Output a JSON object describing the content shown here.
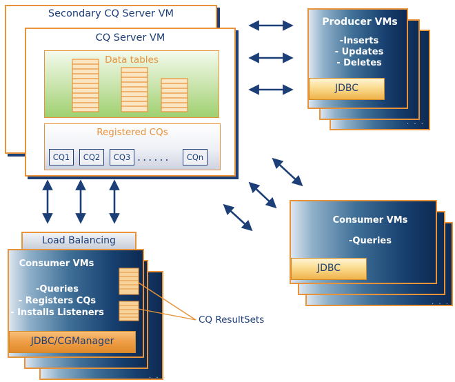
{
  "server": {
    "secondary_title": "Secondary CQ Server VM",
    "primary_title": "CQ Server VM",
    "data_tables_label": "Data tables",
    "registered_label": "Registered CQs",
    "cq_items": [
      "CQ1",
      "CQ2",
      "CQ3",
      "CQn"
    ],
    "ellipsis": "......"
  },
  "producer": {
    "title": "Producer VMs",
    "operations": [
      "-Inserts",
      "- Updates",
      "- Deletes"
    ],
    "jdbc_label": "JDBC",
    "dots": ". . ."
  },
  "consumer_right": {
    "title": "Consumer VMs",
    "operation": "-Queries",
    "jdbc_label": "JDBC",
    "dots": ". . ."
  },
  "consumer_left": {
    "load_balancing": "Load Balancing",
    "title": "Consumer VMs",
    "operations": [
      "-Queries",
      "- Registers CQs",
      "- Installs Listeners"
    ],
    "jdbc_label": "JDBC/CGManager",
    "dots": ". . ."
  },
  "resultsets_label": "CQ ResultSets",
  "colors": {
    "navy": "#1d3f78",
    "orange": "#e8923a",
    "green": "#9fd070",
    "gold": "#f0b24a"
  }
}
